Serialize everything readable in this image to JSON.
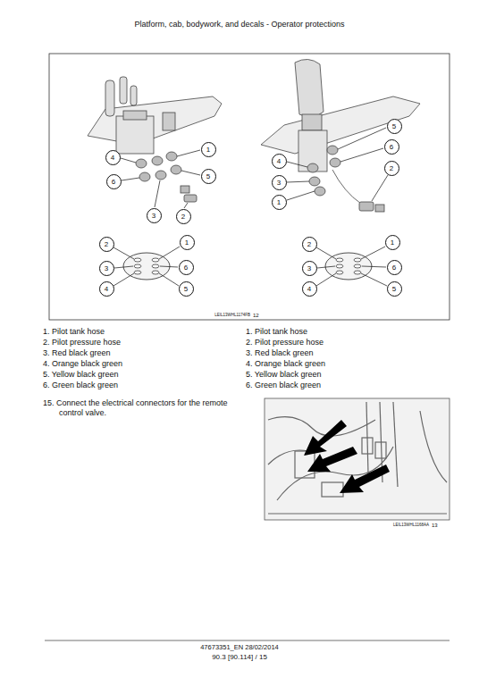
{
  "diagram": {
    "title": "Platform, cab, bodywork, and decals - Operator protections",
    "nodes": [
      {
        "text": [
          "1"
        ]
      },
      {
        "text": [
          "4"
        ]
      },
      {
        "text": [
          "5"
        ]
      },
      {
        "text": [
          "6"
        ]
      },
      {
        "text": [
          "3"
        ]
      },
      {
        "text": [
          "2"
        ]
      },
      {
        "text": [
          "5"
        ]
      },
      {
        "text": [
          "6"
        ]
      },
      {
        "text": [
          "4"
        ]
      },
      {
        "text": [
          "2"
        ]
      },
      {
        "text": [
          "3"
        ]
      },
      {
        "text": [
          "1"
        ]
      },
      {
        "text": [
          "2"
        ]
      },
      {
        "text": [
          "1"
        ]
      },
      {
        "text": [
          "3"
        ]
      },
      {
        "text": [
          "6"
        ]
      },
      {
        "text": [
          "4"
        ]
      },
      {
        "text": [
          "5"
        ]
      },
      {
        "text": [
          "2"
        ]
      },
      {
        "text": [
          "1"
        ]
      },
      {
        "text": [
          "3"
        ]
      },
      {
        "text": [
          "6"
        ]
      },
      {
        "text": [
          "4"
        ]
      },
      {
        "text": [
          "5"
        ]
      }
    ],
    "labels": [
      "LEIL13WHL1174FB",
      "12",
      "1. Pilot tank hose",
      "2. Pilot pressure hose",
      "3. Red black green",
      "4. Orange black green",
      "5. Yellow black green",
      "6. Green black green",
      "1. Pilot tank hose",
      "2. Pilot pressure hose",
      "3. Red black green",
      "4. Orange black green",
      "5. Yellow black green",
      "6. Green black green",
      "15. Connect the electrical connectors for the remote control valve.",
      "LEIL13WHL1168AA",
      "13",
      "47673351_EN 28/02/2014",
      "90.3 [90.114] / 15"
    ]
  }
}
